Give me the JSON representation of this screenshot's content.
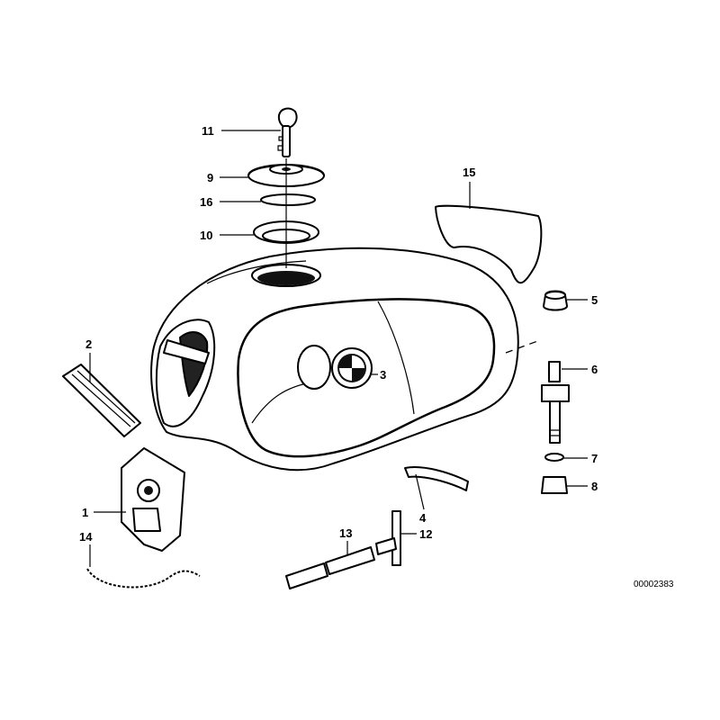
{
  "labels": {
    "l1": "1",
    "l2": "2",
    "l3": "3",
    "l4": "4",
    "l5": "5",
    "l6": "6",
    "l7": "7",
    "l8": "8",
    "l9": "9",
    "l10": "10",
    "l11": "11",
    "l12": "12",
    "l13": "13",
    "l14": "14",
    "l15": "15",
    "l16": "16"
  },
  "diagram_code": "00002383"
}
